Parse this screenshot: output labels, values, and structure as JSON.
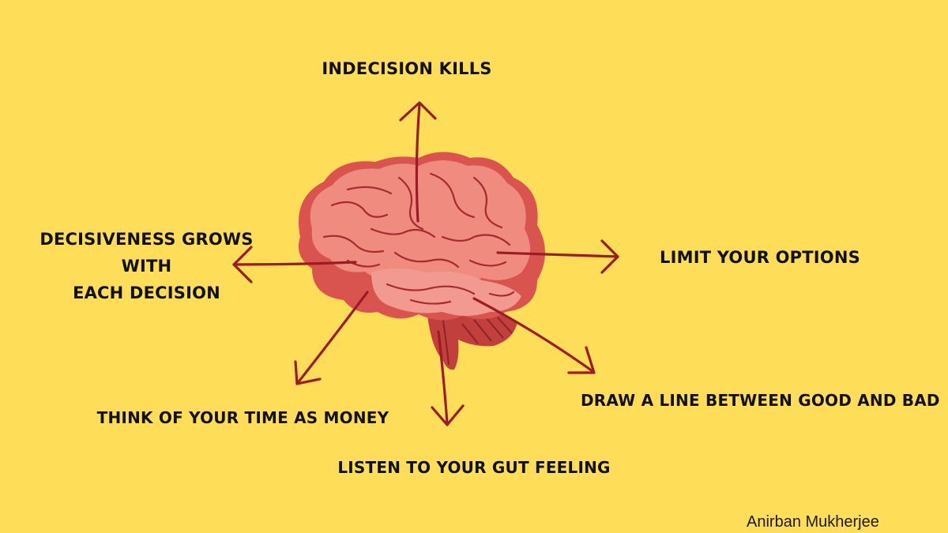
{
  "labels": {
    "top": "INDECISION KILLS",
    "left_line1": "DECISIVENESS GROWS WITH",
    "left_line2": "EACH DECISION",
    "right": "LIMIT YOUR OPTIONS",
    "lower_right": "DRAW A LINE BETWEEN GOOD AND BAD",
    "lower_left": "THINK OF YOUR TIME AS MONEY",
    "bottom": "LISTEN TO YOUR GUT FEELING"
  },
  "credit": "Anirban Mukherjee",
  "colors": {
    "background": "#fedd59",
    "arrow": "#9b1c22",
    "brain_light": "#f08b80",
    "brain_dark": "#d9534f",
    "brain_fold": "#a62a2f",
    "text": "#111111"
  },
  "icons": {
    "center": "brain-icon",
    "connectors": "arrow-icon"
  }
}
